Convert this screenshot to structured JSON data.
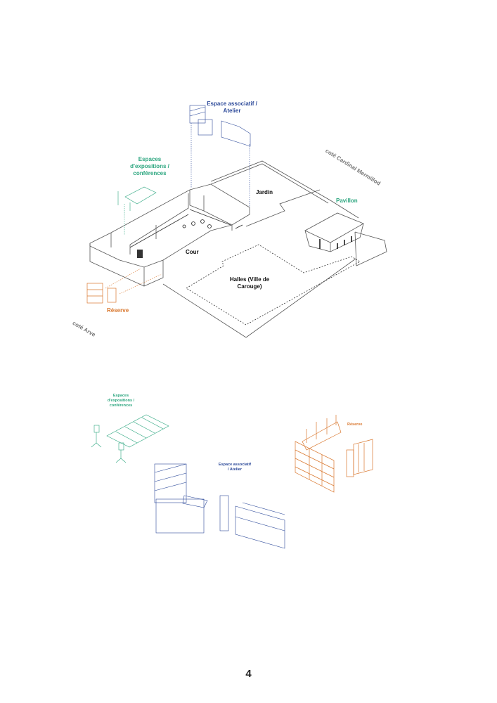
{
  "main_plan": {
    "labels": {
      "espace_associatif": "Espace associatif / Atelier",
      "espaces_expositions": "Espaces d'expositions / conférences",
      "jardin": "Jardin",
      "pavillon": "Pavillon",
      "cour": "Cour",
      "halles": "Halles (Ville de Carouge)",
      "reserve": "Réserve",
      "cote_cardinal": "coté Cardinal Mermillod",
      "cote_arve": "coté Arve"
    }
  },
  "furniture_detail": {
    "labels": {
      "espaces_expositions": "Espaces d'expositions / conférences",
      "espace_associatif": "Espace associatif / Atelier",
      "reserve": "Réserve"
    }
  },
  "colors": {
    "blue": "#2d4a9a",
    "green": "#2aa57e",
    "orange": "#d9772e"
  },
  "page_number": "4"
}
